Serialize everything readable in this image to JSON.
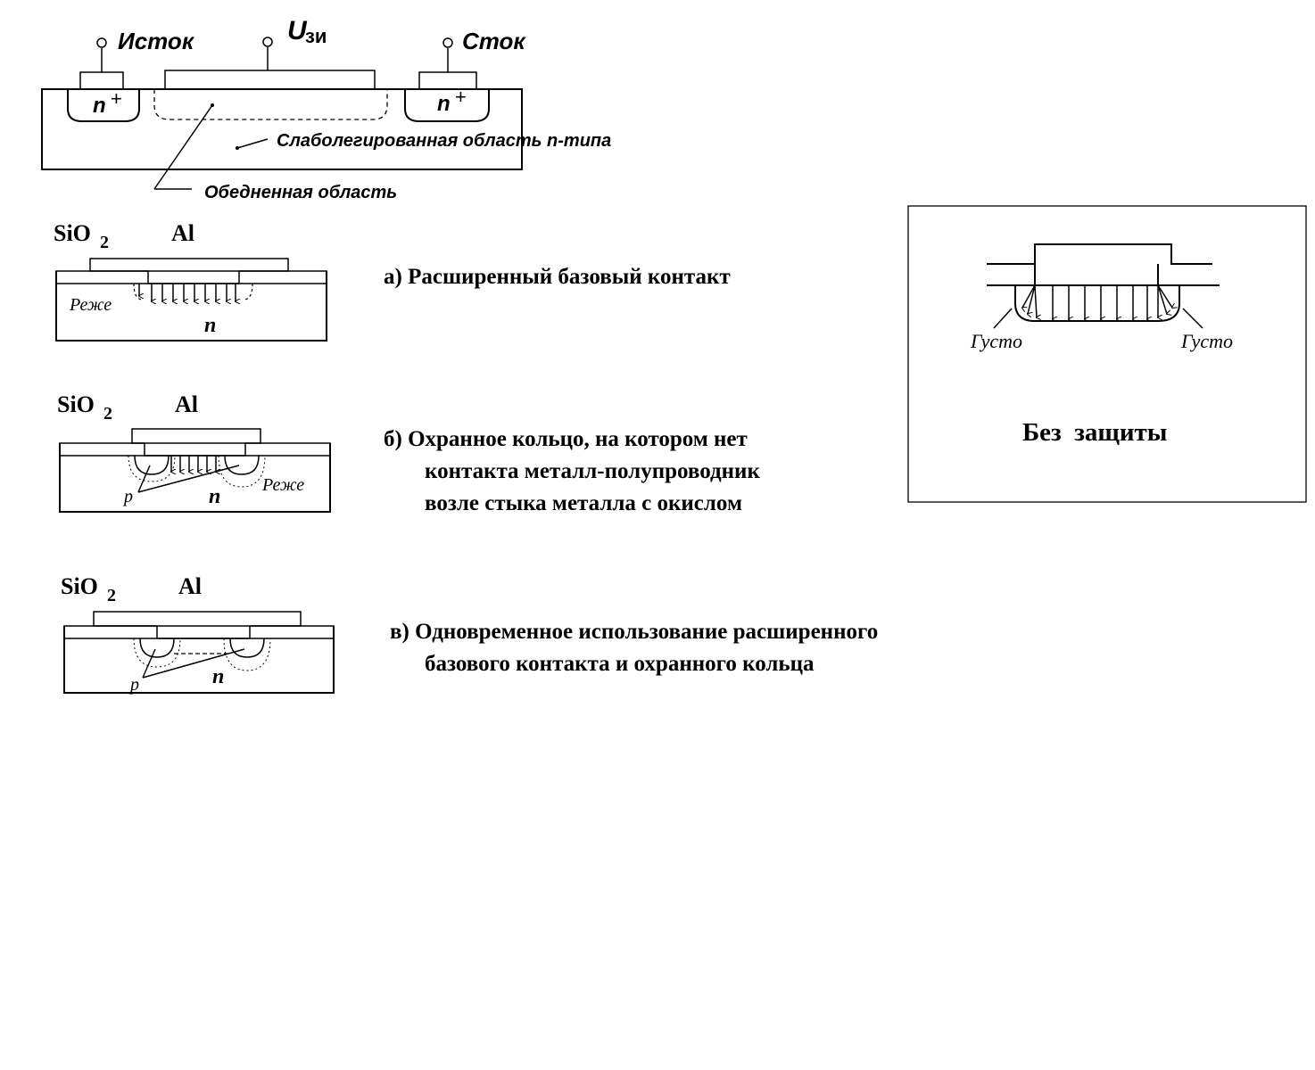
{
  "mosfet": {
    "source": "Исток",
    "gate_u": "U",
    "gate_sub": "зи",
    "drain": "Сток",
    "n_plus_left": "n",
    "n_plus_right": "n",
    "plus": "+",
    "lightly_doped": "Слаболегированная область n-типа",
    "depletion": "Обедненная область"
  },
  "diagram_a": {
    "sio2": "SiO",
    "sub2": "2",
    "al": "Al",
    "rezhe": "Реже",
    "n": "n",
    "caption": "а) Расширенный базовый контакт"
  },
  "diagram_b": {
    "sio2": "SiO",
    "sub2": "2",
    "al": "Al",
    "rezhe": "Реже",
    "p": "p",
    "n": "n",
    "caption_1": "б) Охранное кольцо, на котором нет",
    "caption_2": "контакта металл-полупроводник",
    "caption_3": "возле стыка металла с окислом"
  },
  "diagram_c": {
    "sio2": "SiO",
    "sub2": "2",
    "al": "Al",
    "p": "p",
    "n": "n",
    "caption_1": "в) Одновременное использование расширенного",
    "caption_2": "базового контакта и охранного кольца"
  },
  "no_protection": {
    "gusto_left": "Густо",
    "gusto_right": "Густо",
    "title": "Без  защиты"
  }
}
